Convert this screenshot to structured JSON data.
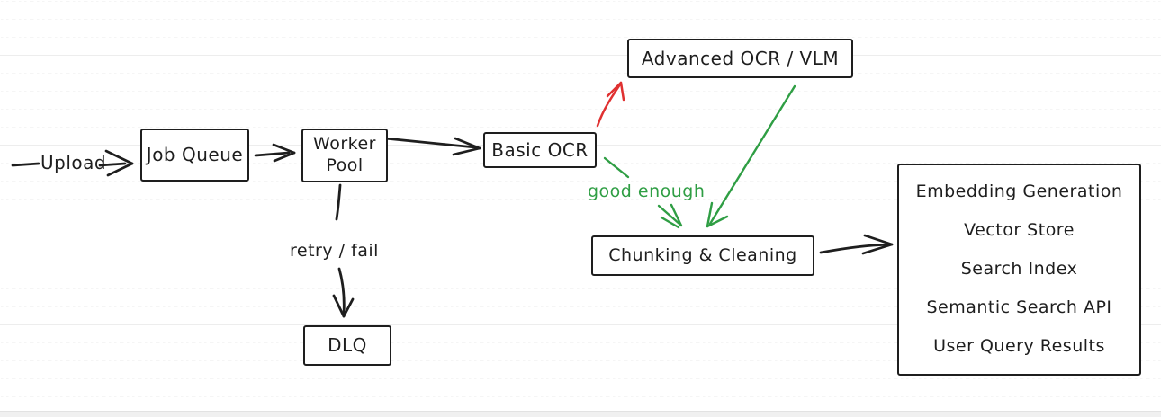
{
  "canvas": {
    "background": "#ffffff",
    "grid_major_color": "#e2e2e2",
    "grid_minor_color": "#ebebeb",
    "stroke_color": "#1e1e1e",
    "red_accent": "#e03131",
    "green_accent": "#2f9e44"
  },
  "labels": {
    "upload": "Upload",
    "retry_fail": "retry / fail",
    "good_enough": "good enough"
  },
  "nodes": {
    "job_queue": {
      "label": "Job Queue"
    },
    "worker_pool": {
      "label": "Worker Pool"
    },
    "basic_ocr": {
      "label": "Basic OCR"
    },
    "advanced_ocr": {
      "label": "Advanced OCR / VLM"
    },
    "chunking": {
      "label": "Chunking & Cleaning"
    },
    "dlq": {
      "label": "DLQ"
    },
    "pipeline": {
      "items": [
        "Embedding Generation",
        "Vector Store",
        "Search Index",
        "Semantic Search API",
        "User Query Results"
      ]
    }
  }
}
